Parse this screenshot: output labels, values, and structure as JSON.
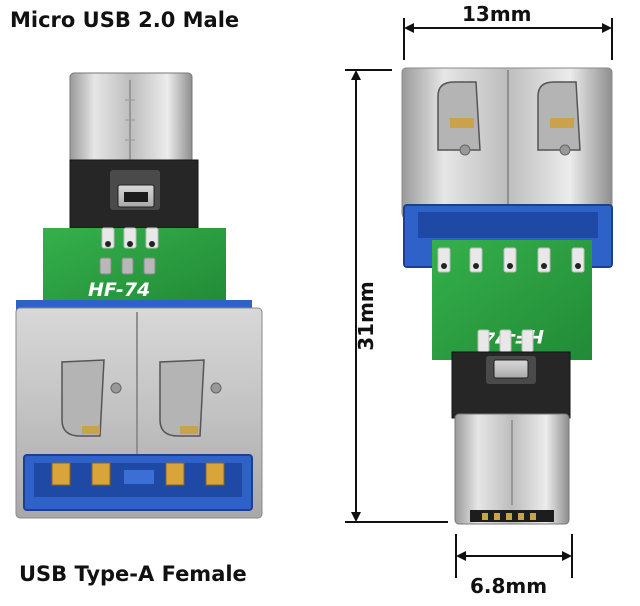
{
  "captions": {
    "top": "Micro USB 2.0 Male",
    "bottom": "USB Type-A Female"
  },
  "dimensions": {
    "width": "13mm",
    "length": "31mm",
    "micro_width": "6.8mm"
  },
  "pcb_label": "HF-74",
  "colors": {
    "pcb": "#2fa644",
    "usb_insert": "#2e62c8",
    "metal": "#c8c8c8",
    "plastic": "#2a2a2a"
  }
}
